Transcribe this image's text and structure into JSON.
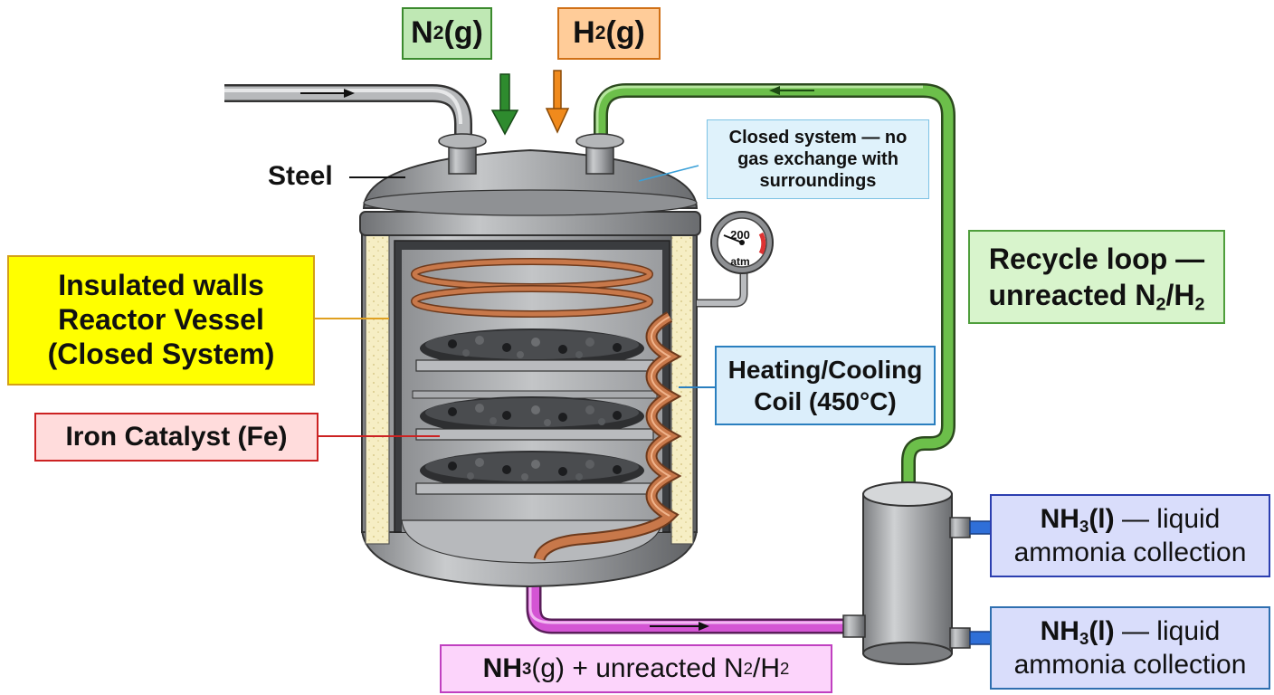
{
  "inputs": {
    "n2": {
      "main": "N",
      "sub": "2",
      "tail": "(g)"
    },
    "h2": {
      "main": "H",
      "sub": "2",
      "tail": "(g)"
    }
  },
  "labels": {
    "steel": "Steel",
    "closed_system_note": [
      "Closed system — no",
      "gas exchange with",
      "surroundings"
    ],
    "reactor": [
      "Insulated walls",
      "Reactor Vessel",
      "(Closed System)"
    ],
    "catalyst": "Iron Catalyst (Fe)",
    "coil": [
      "Heating/Cooling",
      "Coil (450°C)"
    ],
    "recycle": {
      "line1": "Recycle loop —",
      "line2_a": "unreacted N",
      "sub_a": "2",
      "line2_b": "/H",
      "sub_b": "2"
    },
    "output": {
      "a": "NH",
      "sub_a": "3",
      "b": "(g) + unreacted N",
      "sub_b": "2",
      "c": "/H",
      "sub_c": "2"
    },
    "collection": [
      {
        "a": "NH",
        "sub": "3",
        "b": "(l)",
        "c": " — liquid",
        "line2": "ammonia collection"
      },
      {
        "a": "NH",
        "sub": "3",
        "b": "(l)",
        "c": " — liquid",
        "line2": "ammonia collection"
      }
    ]
  },
  "gauge": {
    "value": "200",
    "unit": "atm"
  },
  "colors": {
    "n2_green": "#2e8b2e",
    "h2_orange": "#f08a1c",
    "recycle_green": "#6cbf4a",
    "output_magenta": "#d455d4",
    "liquid_blue": "#2f6fd8",
    "yellow_box": "#ffff00",
    "catalyst_red": "#cc2222",
    "coil_copper": "#c8784a"
  }
}
